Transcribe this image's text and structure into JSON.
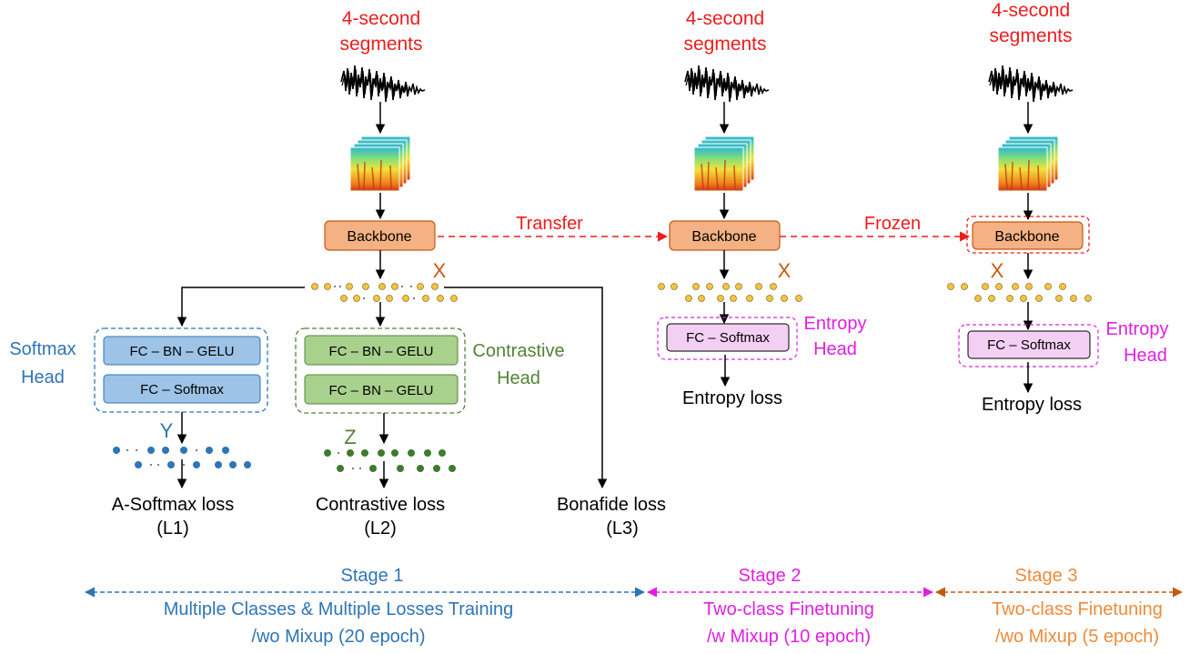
{
  "colors": {
    "red": "#ee1c1c",
    "blue": "#2e75b6",
    "green": "#548235",
    "magenta": "#e020e0",
    "orange": "#c55a11",
    "backbone_fill": "#f4b183",
    "backbone_stroke": "#c55a11",
    "softmax_fill": "#9dc3e6",
    "contrastive_fill": "#a9d18e",
    "entropy_fill": "#f3d0f3",
    "dot_yellow": "#f5c342",
    "dot_blue": "#2e75b6",
    "dot_green": "#3f7a2f"
  },
  "input": {
    "segments_label": [
      "4-second",
      "segments"
    ]
  },
  "stage1": {
    "backbone": "Backbone",
    "feature_label": "X",
    "softmax_head": {
      "title": [
        "Softmax",
        "Head"
      ],
      "layers": [
        "FC – BN – GELU",
        "FC – Softmax"
      ],
      "output_label": "Y"
    },
    "contrastive_head": {
      "title": [
        "Contrastive",
        "Head"
      ],
      "layers": [
        "FC – BN – GELU",
        "FC  – BN – GELU"
      ],
      "output_label": "Z"
    },
    "losses": [
      {
        "name": "A-Softmax loss",
        "code": "(L1)"
      },
      {
        "name": "Contrastive loss",
        "code": "(L2)"
      },
      {
        "name": "Bonafide loss",
        "code": "(L3)"
      }
    ]
  },
  "stage2": {
    "backbone": "Backbone",
    "feature_label": "X",
    "head_title": [
      "Entropy",
      "Head"
    ],
    "layer": "FC –  Softmax",
    "loss": "Entropy loss"
  },
  "stage3": {
    "backbone": "Backbone",
    "feature_label": "X",
    "head_title": [
      "Entropy",
      "Head"
    ],
    "layer": "FC –  Softmax",
    "loss": "Entropy loss"
  },
  "transfer_label": "Transfer",
  "frozen_label": "Frozen",
  "timeline": [
    {
      "stage": "Stage 1",
      "desc": [
        "Multiple Classes & Multiple Losses Training",
        "/wo Mixup (20 epoch)"
      ]
    },
    {
      "stage": "Stage 2",
      "desc": [
        "Two-class Finetuning",
        "/w Mixup (10 epoch)"
      ]
    },
    {
      "stage": "Stage 3",
      "desc": [
        "Two-class Finetuning",
        "/wo Mixup (5 epoch)"
      ]
    }
  ]
}
